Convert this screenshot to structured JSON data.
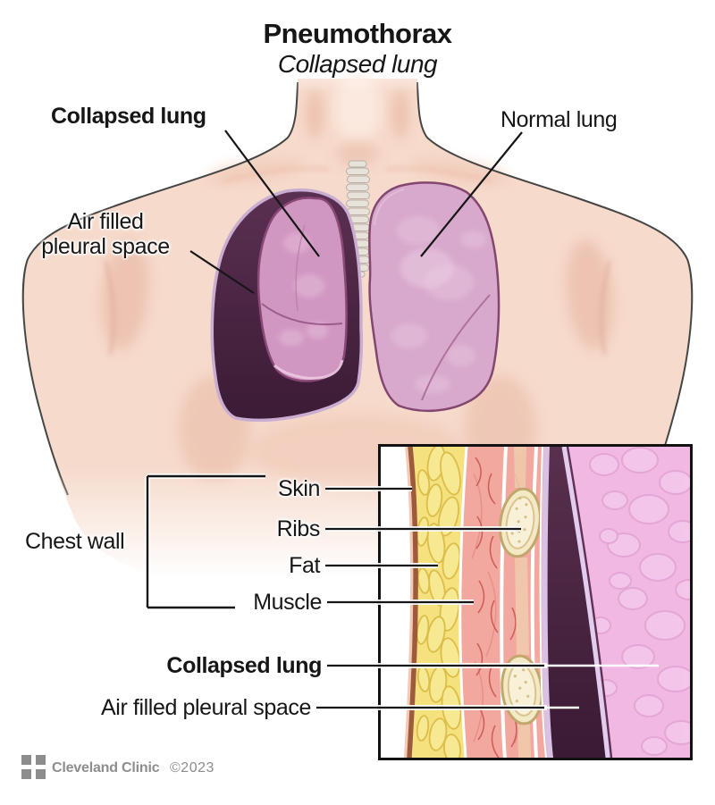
{
  "title": {
    "main": "Pneumothorax",
    "subtitle": "Collapsed lung"
  },
  "figure_labels": {
    "collapsed_lung": "Collapsed lung",
    "normal_lung": "Normal lung",
    "air_filled_line1": "Air filled",
    "air_filled_line2": "pleural space"
  },
  "inset": {
    "chest_wall": "Chest wall",
    "layers": [
      "Skin",
      "Ribs",
      "Fat",
      "Muscle"
    ],
    "collapsed_lung": "Collapsed lung",
    "air_filled_pleural_space": "Air filled pleural space"
  },
  "footer": {
    "brand": "Cleveland Clinic",
    "copyright": "©2023"
  },
  "colors": {
    "skin": "#f6dacb",
    "skin_shading": "#eab9a5",
    "normal_lung": "#d8a9cc",
    "collapsed_lung": "#d197c3",
    "lung_outline": "#83466f",
    "pleural_space_dark": "#4a2342",
    "pleura_lavender": "#d8c1e3",
    "fat_yellow": "#f5e17d",
    "muscle_pink": "#f2a79f",
    "rib_cream": "#f3e9c5",
    "skin_layer_brown": "#9d5b3b",
    "trachea": "#e8e3da",
    "label_text": "#161616",
    "footer_gray": "#8d8d8d"
  }
}
